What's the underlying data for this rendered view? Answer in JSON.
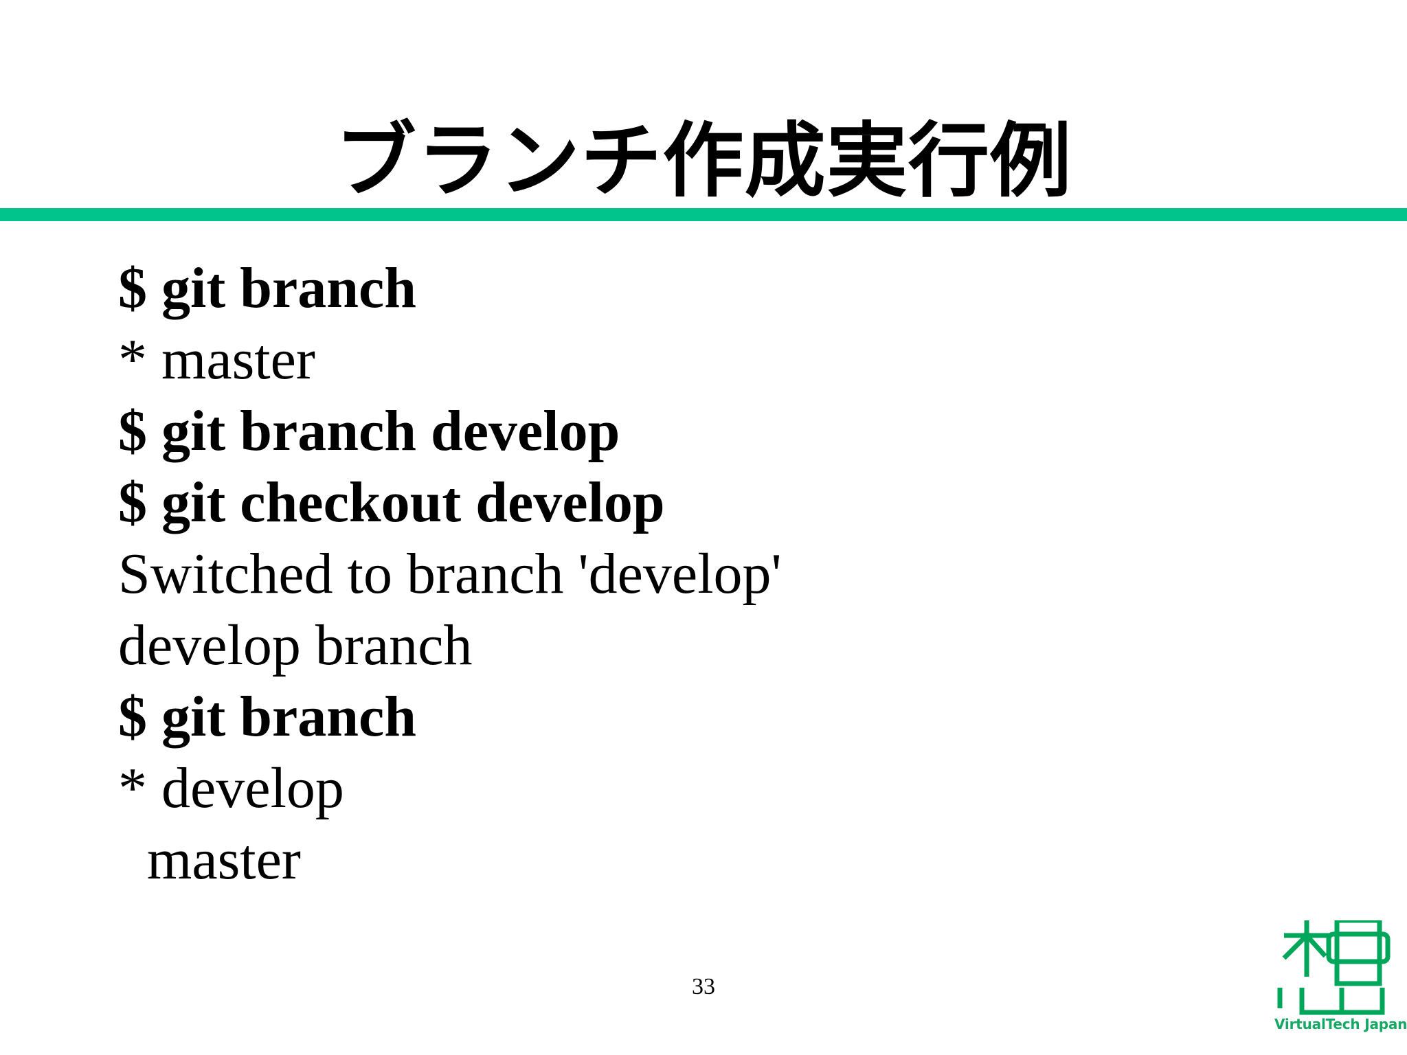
{
  "slide": {
    "title": "ブランチ作成実行例",
    "page_number": "33",
    "accent_color": "#00c48c",
    "background_color": "#ffffff",
    "text_color": "#000000"
  },
  "divider": {
    "name": "green-rule",
    "color": "#00c48c"
  },
  "terminal": {
    "lines": [
      {
        "text": "$ git branch",
        "weight": "bold"
      },
      {
        "text": "* master",
        "weight": "regular"
      },
      {
        "text": "$ git branch develop",
        "weight": "bold"
      },
      {
        "text": "$ git checkout develop",
        "weight": "bold"
      },
      {
        "text": "Switched to branch 'develop'",
        "weight": "regular"
      },
      {
        "text": "develop branch",
        "weight": "regular"
      },
      {
        "text": "$ git branch",
        "weight": "bold"
      },
      {
        "text": "* develop",
        "weight": "regular"
      },
      {
        "text": "  master",
        "weight": "regular"
      }
    ]
  },
  "logo": {
    "text": "VirtualTech Japan",
    "color": "#15a864",
    "mark_name": "virtualtech-japan-mark"
  }
}
